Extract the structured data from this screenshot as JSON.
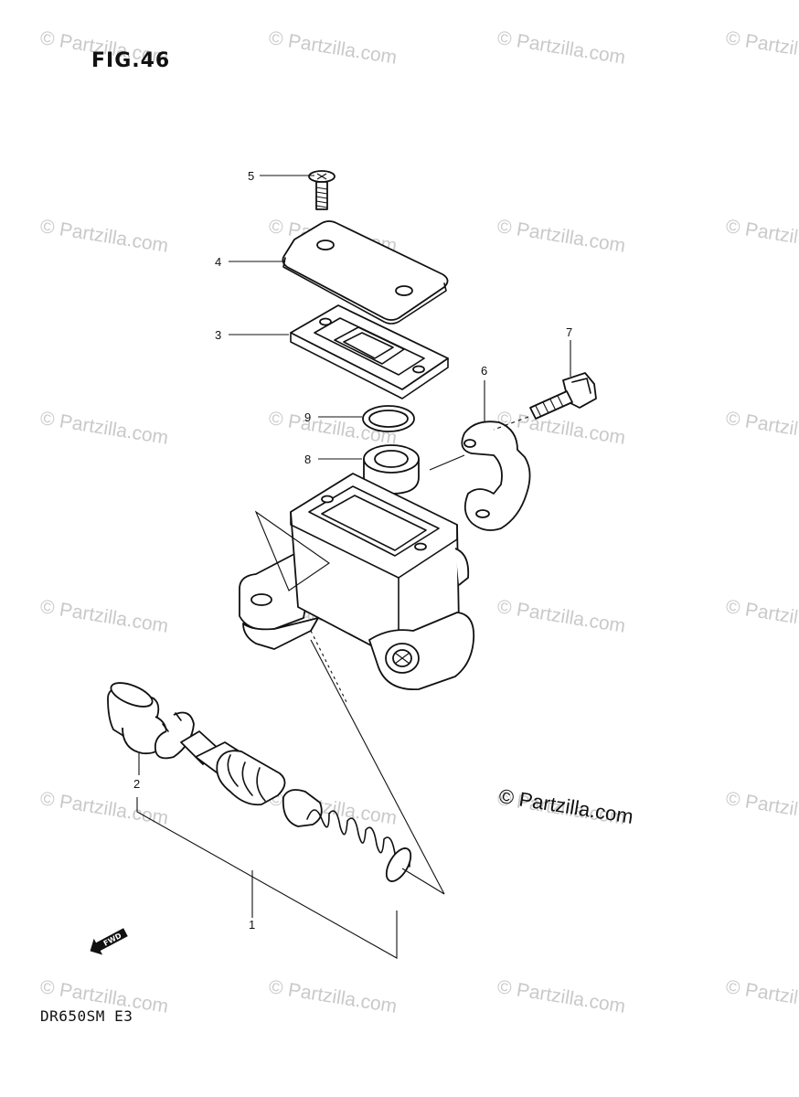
{
  "figure": {
    "title": "FIG.46",
    "model": "DR650SM E3",
    "brand_mark": "© Partzilla.com",
    "watermark_text": "© Partzilla.com",
    "fwd_label": "FWD"
  },
  "callouts": [
    "1",
    "2",
    "3",
    "4",
    "5",
    "6",
    "7",
    "8",
    "9"
  ],
  "colors": {
    "ink": "#111111",
    "watermark": "#c9c9c9",
    "background": "#ffffff"
  }
}
